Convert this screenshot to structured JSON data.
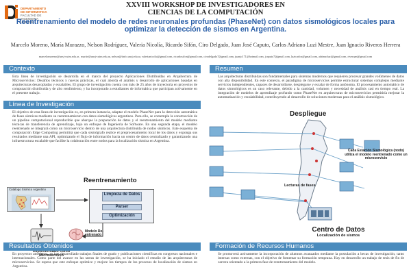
{
  "header": {
    "logo_text": [
      "DEPARTAMENTO",
      "DE INFORMATICA",
      "FACULTAD DE INGENIERIA",
      "UNPSJB"
    ],
    "workshop_line1": "XXVIII WORKSHOP DE INVESTIGADORES EN",
    "workshop_line2": "CIENCIAS DE LA COMPUTACIÓN",
    "title": "Reentrenamiento del modelo de redes neuronales profundas (PhaseNet) con datos sismológicos locales para optimizar la detección de sismos en Argentina.",
    "authors": "Marcelo Moreno, María Murazzo, Nelson Rodríguez, Valeria Nicolía, Ricardo Sifón, Ciro Delgado, Juan José Caputo, Carlos Adriano Luzi Mestre, Juan Ignacio Riveros Herrera",
    "emails": "marcelomoreno@unsj-cuim.edu.ar , marite@unsj-cuim.edu.ar, nelson@iinfo.unsj.edu.ar, valerianicolia@gmail.com, ricardosifon@gmail.com, cirodelgado7@gmail.com, juanjo171@hotmail.com, jcaputo7@gmail.com, luzicarlos@gmail.com, adrianoluzi@gmail.com, riveruan@gmail.com"
  },
  "sections": {
    "contexto": {
      "heading": "Contexto",
      "text": "Esta línea de investigación se desarrolla en el marco del proyecto Aplicaciones Distribuidas en Arquitectura de Microservicios: Desafíos técnicos y nuevas prácticas, el cual aborda el análisis y desarrollo de aplicaciones basadas en arquitecturas desacopladas y escalables. El grupo de investigación cuenta con más de 25 años de trayectoria en proyectos de computación distribuida y de alto rendimiento, y ha incorporado a estudiantes de informática que participan activamente en el presente trabajo."
    },
    "linea": {
      "heading": "Línea de Investigación",
      "text": "El objetivo de esta línea de investigación es, en primera instancia, adaptar el modelo PhaseNet para la detección automática de fases sísmicas mediante su reentrenamiento con datos sismológicos argentinos. Para ello, se contempla la construcción de un pipeline computacional reproducible que abarque la preparación de datos y el reentrenamiento del modelo mediante técnicas de transferencia de aprendizaje, bajo un enfoque de Ingeniería de Software. En una segunda etapa, el modelo reentrenado se integrará como un microservicio dentro de una arquitectura distribuida de nodos sísmicos. Este esquema de computación Edge Computing permitirá que cada sismógrafo realice el preprocesamiento local de los datos y exponga sus resultados mediante una API, optimizando el flujo de información hacia un centro de datos centralizado y garantizando una infraestructura escalable que facilite la colaboración entre nodos para la localización sísmica en Argentina."
    },
    "resultados": {
      "heading": "Resultados Obtenidos",
      "text": "En proyectos anteriores, se han desarrollado trabajos finales de grado y publicaciones científicas en congresos nacionales e internacionales. Como parte del avance en las tareas de investigación, se ha iniciado el estudio de las arquitecturas de microservicios. Se espera que este enfoque optimice y mejore los tiempos de los procesos de localización de sismos en Argentina."
    },
    "resumen": {
      "heading": "Resumen",
      "text": "Las arquitecturas distribuidas son fundamentales para sistemas modernos que requieren procesar grandes volúmenes de datos con alta disponibilidad. En este contexto, el paradigma de microservicios permite estructurar sistemas complejos mediante servicios independientes, capaces de desarrollarse, desplegarse y escalar de forma autónoma. El procesamiento automático de datos sismológicos es un caso relevante, debido a la cantidad, volumen y necesidad de análisis casi en tiempo real. La integración de modelos de aprendizaje profundo como PhaseNet en arquitecturas de microservicios permitiría mejorar la automatización y escalabilidad, contribuyendo al desarrollo de soluciones modernas para el análisis sismológico."
    },
    "formacion": {
      "heading": "Formación de Recursos Humanos",
      "text": "Se promoverá activamente la incorporación de alumnos avanzados mediante la postulación a becas de investigación, tanto internas como externas, con el objetivo de fomentar su formación temprana. Hay en desarrollo un trabajo de tesis de fin de carrera orientado a la primera fase de reentrenamiento del modelo."
    }
  },
  "diagram": {
    "title": "Reentrenamiento",
    "catalog": "Catalogo Sismico Argentino",
    "steps": [
      "Limpieza de Datos",
      "Parser",
      "Optimización"
    ],
    "model_label": "Modelo Re-entrenado",
    "sismo_label": "Sismógrafo con PhaseNet implementado como Microservicio"
  },
  "deployment": {
    "title": "Despliegue",
    "station_note": "Cada Estación Sismológica (nodo) utiliza el modelo reentrenado como un microservicio",
    "lecturas": "Lecturas de fases",
    "centro": "Centro de Datos",
    "centro_sub": "Localización de sismos"
  },
  "colors": {
    "section_header": "#4a8bbd",
    "title": "#2a5fa8",
    "logo": "#e36a12"
  }
}
